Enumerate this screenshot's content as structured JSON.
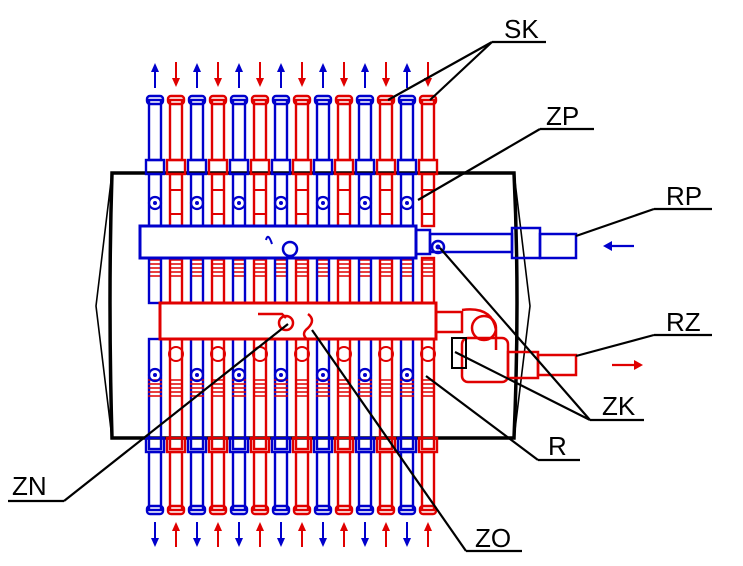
{
  "labels": {
    "sk": "SK",
    "zp": "ZP",
    "rp": "RP",
    "rz": "RZ",
    "zk": "ZK",
    "r": "R",
    "zn": "ZN",
    "zo": "ZO"
  },
  "circuits": {
    "top_flow": [
      "supply",
      "return",
      "supply",
      "return",
      "supply",
      "return",
      "supply",
      "return",
      "supply",
      "return",
      "supply",
      "return",
      "supply",
      "return"
    ],
    "bottom_flow": [
      "supply",
      "return",
      "supply",
      "return",
      "supply",
      "return",
      "supply",
      "return",
      "supply",
      "return",
      "supply",
      "return",
      "supply",
      "return"
    ]
  },
  "colors": {
    "supply": "#0000cc",
    "return": "#e00000",
    "outline": "#000000",
    "background": "#ffffff"
  }
}
